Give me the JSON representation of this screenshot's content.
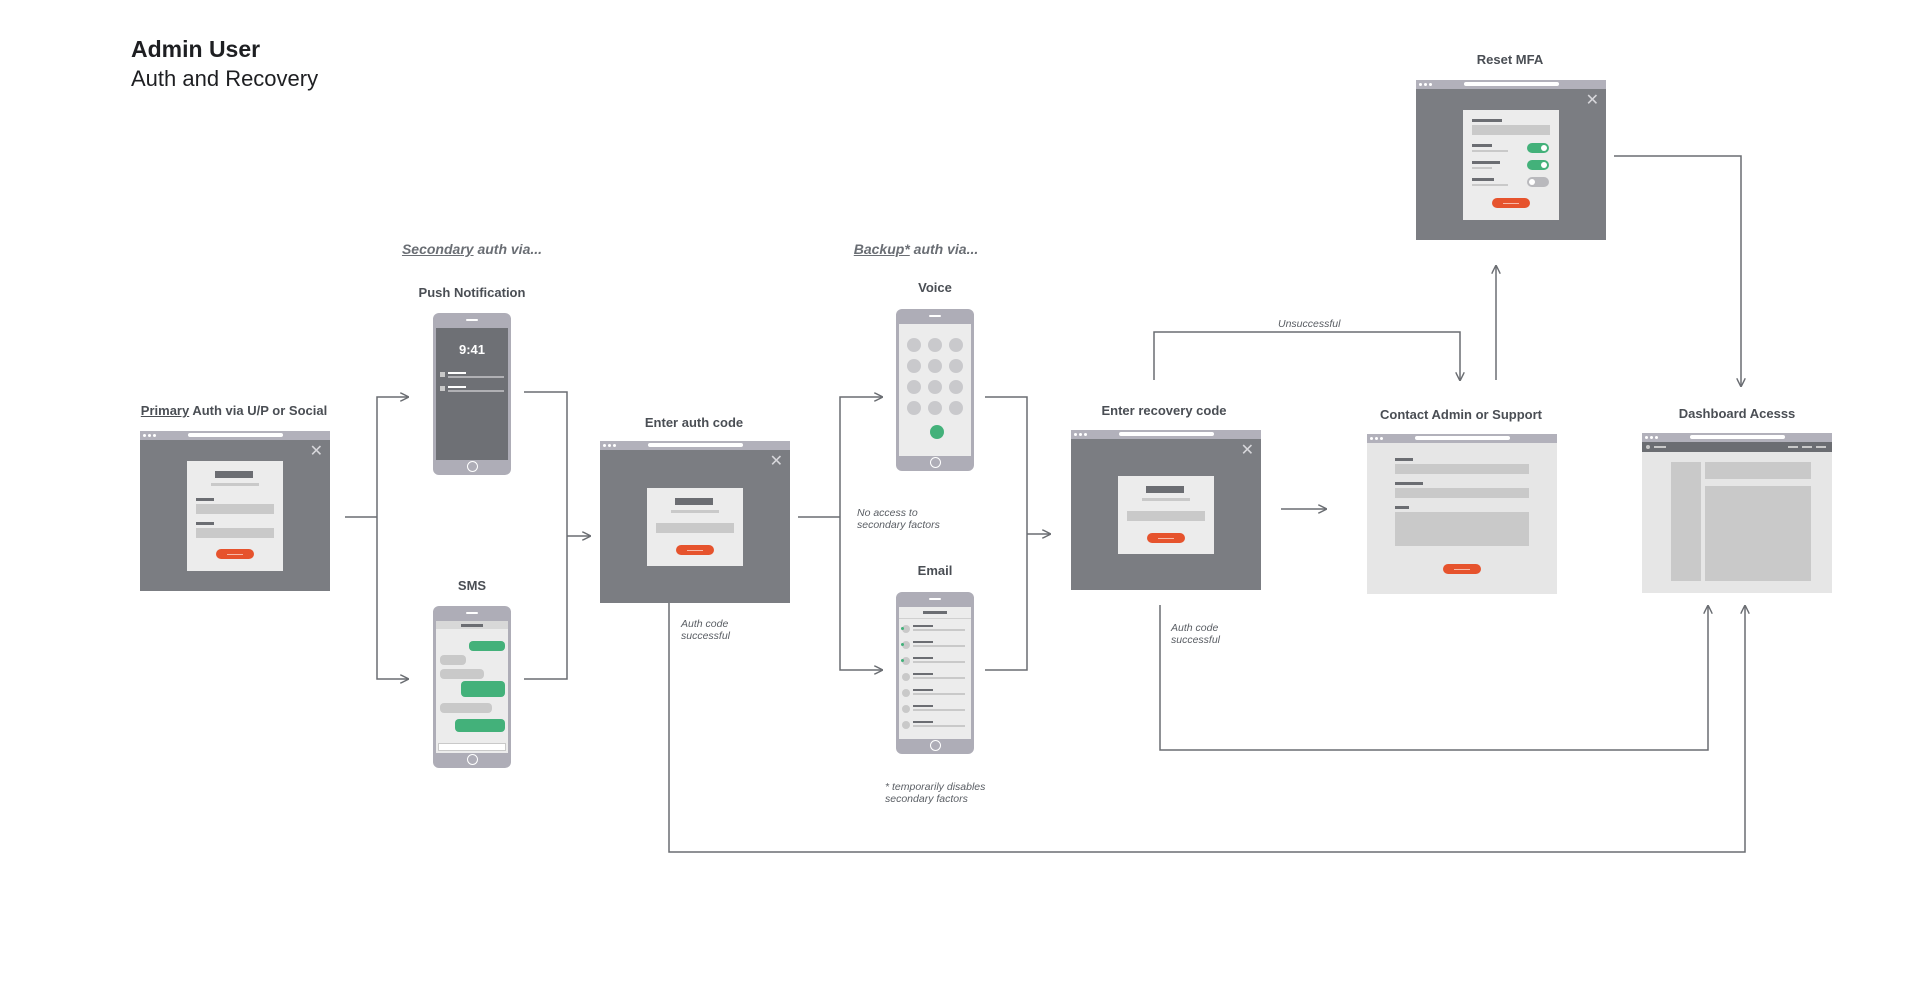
{
  "header": {
    "title": "Admin User",
    "subtitle": "Auth and Recovery"
  },
  "labels": {
    "primary_underlined": "Primary",
    "primary_rest": " Auth via U/P or Social",
    "secondary_underlined": "Secondary",
    "secondary_rest": " auth via...",
    "push_notification": "Push Notification",
    "sms": "SMS",
    "enter_auth_code": "Enter auth code",
    "backup_underlined": "Backup*",
    "backup_rest": " auth via...",
    "voice": "Voice",
    "email": "Email",
    "enter_recovery_code": "Enter recovery code",
    "contact_admin": "Contact Admin or Support",
    "reset_mfa": "Reset MFA",
    "dashboard": "Dashboard Acesss"
  },
  "notes": {
    "no_access_1": "No access to",
    "no_access_2": "secondary factors",
    "auth_success_1a": "Auth code",
    "auth_success_1b": "successful",
    "auth_success_2a": "Auth code",
    "auth_success_2b": "successful",
    "unsuccessful": "Unsuccessful",
    "temporarily_1": "* temporarily disables",
    "temporarily_2": "secondary factors"
  },
  "phone_clock": "9:41",
  "close_glyph": "✕",
  "colors": {
    "window_dark": "#7b7d82",
    "window_bar": "#b2b1bb",
    "accent_orange": "#e6532d",
    "toggle_green": "#43b17a",
    "line": "#6a6d72"
  }
}
